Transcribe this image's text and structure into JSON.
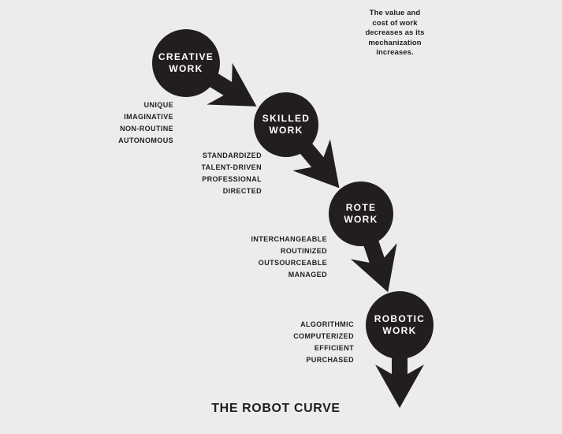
{
  "colors": {
    "background": "#ececea",
    "ink": "#221e1f",
    "circle_label": "#ffffff"
  },
  "title": "THE ROBOT CURVE",
  "note": {
    "lines": [
      "The value and",
      "cost of work",
      "decreases as its",
      "mechanization",
      "increases."
    ]
  },
  "stages": [
    {
      "name": "CREATIVE WORK",
      "line1": "CREATIVE",
      "line2": "WORK",
      "descriptors": [
        "UNIQUE",
        "IMAGINATIVE",
        "NON-ROUTINE",
        "AUTONOMOUS"
      ]
    },
    {
      "name": "SKILLED WORK",
      "line1": "SKILLED",
      "line2": "WORK",
      "descriptors": [
        "STANDARDIZED",
        "TALENT-DRIVEN",
        "PROFESSIONAL",
        "DIRECTED"
      ]
    },
    {
      "name": "ROTE WORK",
      "line1": "ROTE",
      "line2": "WORK",
      "descriptors": [
        "INTERCHANGEABLE",
        "ROUTINIZED",
        "OUTSOURCEABLE",
        "MANAGED"
      ]
    },
    {
      "name": "ROBOTIC WORK",
      "line1": "ROBOTIC",
      "line2": "WORK",
      "descriptors": [
        "ALGORITHMIC",
        "COMPUTERIZED",
        "EFFICIENT",
        "PURCHASED"
      ]
    }
  ]
}
